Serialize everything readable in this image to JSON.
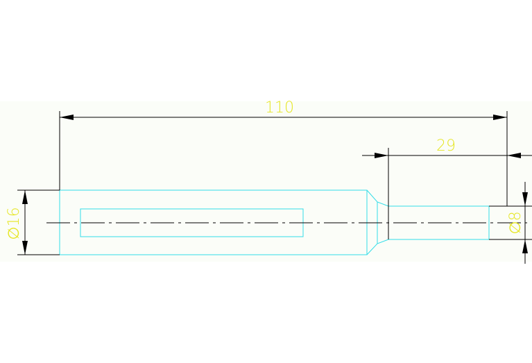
{
  "drawing": {
    "background_color": "#ffffff",
    "canvas_color": "#fbfdf8",
    "part_color": "#33dde8",
    "dimension_color": "#000000",
    "text_color": "#e6e625",
    "dimensions": {
      "overall_length": "110",
      "small_end_length": "29",
      "large_diameter": "∅16",
      "small_diameter": "∅8"
    }
  }
}
